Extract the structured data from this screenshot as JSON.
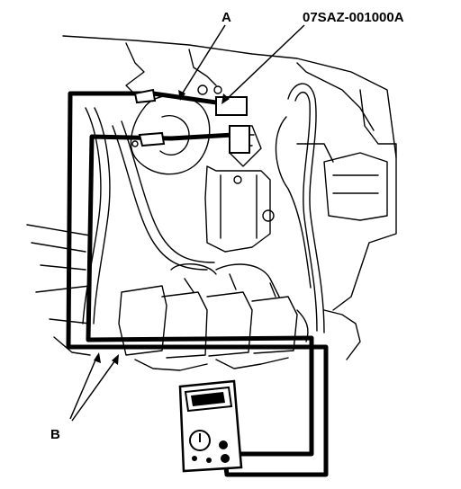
{
  "labels": {
    "a": "A",
    "tool": "07SAZ-001000A",
    "b": "B"
  },
  "colors": {
    "ink": "#000000",
    "paper": "#ffffff"
  },
  "icons": [
    "multimeter-icon"
  ]
}
